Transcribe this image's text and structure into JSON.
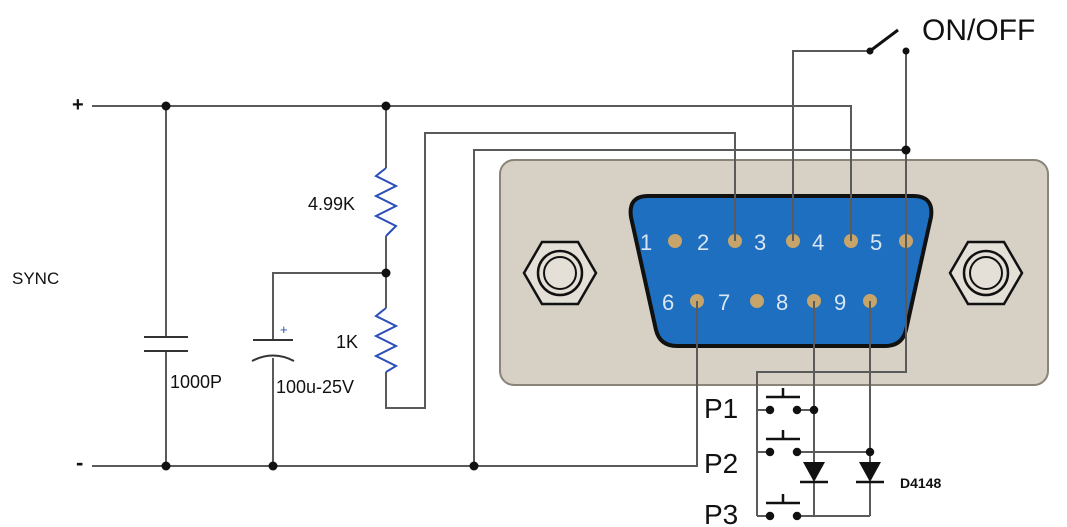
{
  "labels": {
    "plus": "+",
    "minus": "-",
    "sync": "SYNC",
    "cap1": "1000P",
    "cap2": "100u-25V",
    "cap2_polarity": "+",
    "res1": "4.99K",
    "res2": "1K",
    "switch": "ON/OFF",
    "p1": "P1",
    "p2": "P2",
    "p3": "P3",
    "diode": "D4148"
  },
  "connector": {
    "pins_top": [
      "1",
      "2",
      "3",
      "4",
      "5"
    ],
    "pins_bottom": [
      "6",
      "7",
      "8",
      "9"
    ]
  },
  "colors": {
    "wire": "#5a5a5a",
    "node": "#111111",
    "shell": "#d7d1c5",
    "shell_border": "#8a8478",
    "face": "#1e6fbf",
    "face_border": "#111111",
    "pin": "#c7a46a",
    "resistor": "#2a4fb8"
  }
}
